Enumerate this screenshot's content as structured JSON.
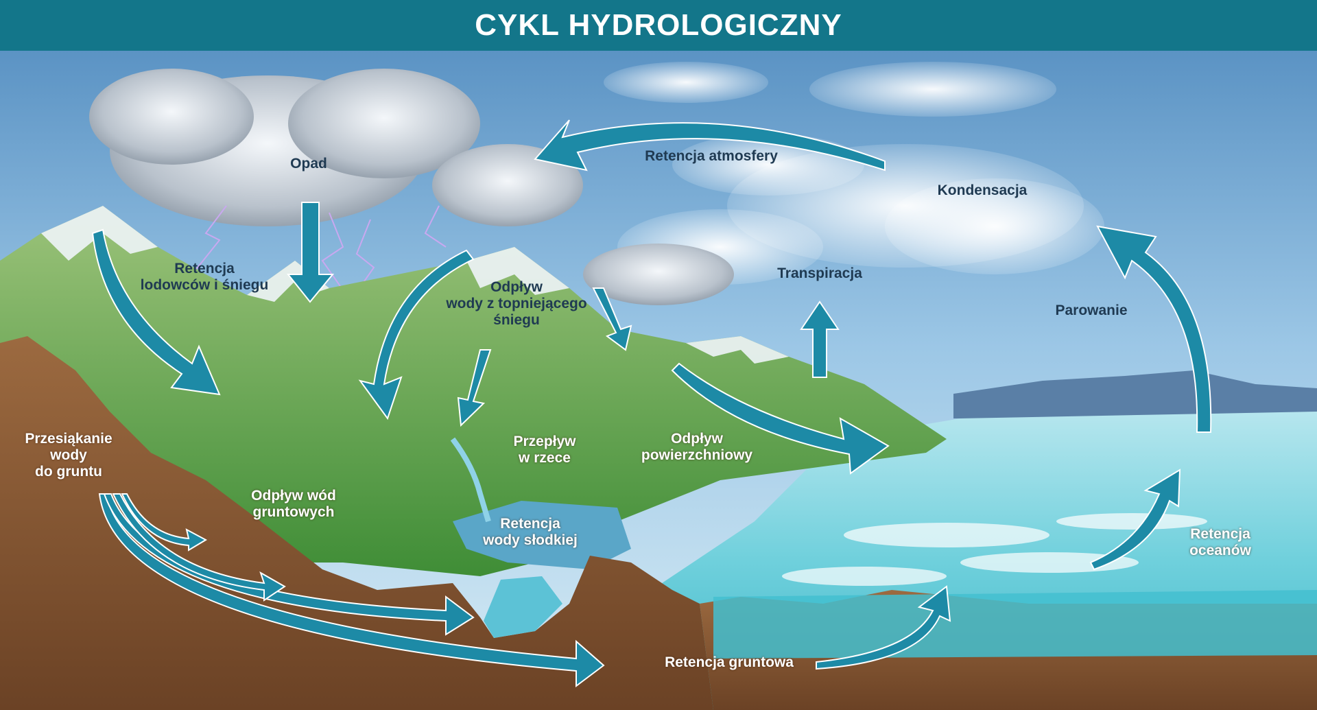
{
  "title": "CYKL HYDROLOGICZNY",
  "colors": {
    "title_bar": "#13768a",
    "arrow": "#1d8aa6",
    "soil": "#8a5a34",
    "grass": "#5fa84a",
    "sea": "#5fc9d6",
    "sky": "#8fbfe0"
  },
  "labels": {
    "opad": "Opad",
    "retencja_atmosfery": "Retencja atmosfery",
    "kondensacja": "Kondensacja",
    "retencja_lodowcow": "Retencja\nlodowców i śniegu",
    "odplyw_topniejacego": "Odpływ\nwody z topniejącego\nśniegu",
    "transpiracja": "Transpiracja",
    "parowanie": "Parowanie",
    "przesiakanie": "Przesiąkanie\nwody\ndo gruntu",
    "przeplyw_w_rzece": "Przepływ\nw rzece",
    "odplyw_powierzchniowy": "Odpływ\npowierzchniowy",
    "odplyw_wod_gruntowych": "Odpływ wód\ngruntowych",
    "retencja_wody_slodkiej": "Retencja\nwody słodkiej",
    "retencja_oceanow": "Retencja\noceanów",
    "retencja_gruntowa": "Retencja gruntowa"
  }
}
